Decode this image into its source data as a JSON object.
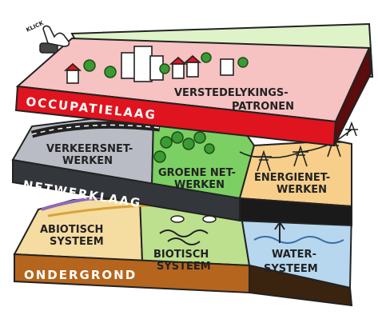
{
  "layers": {
    "top": {
      "band_label": "OCCUPATIELAAG",
      "colors": {
        "top": "#f6c2c2",
        "band": "#e0141e",
        "side": "#5b0c0c",
        "back": "#dff3c9"
      },
      "regions": [
        {
          "label_lines": [
            "VERSTEDELYKINGS-",
            "PATRONEN"
          ]
        }
      ]
    },
    "middle": {
      "band_label": "NETWERKLAAG",
      "colors": {
        "band": "#33363b",
        "side": "#1a1a1a",
        "roads": "#b9bcc4",
        "green": "#7ccf63",
        "energy": "#f7cf8a"
      },
      "regions": [
        {
          "label_lines": [
            "VERKEERSNET-",
            "WERKEN"
          ]
        },
        {
          "label_lines": [
            "GROENE NET-",
            "WERKEN"
          ]
        },
        {
          "label_lines": [
            "ENERGIENET-",
            "WERKEN"
          ]
        }
      ]
    },
    "bottom": {
      "band_label": "ONDERGROND",
      "colors": {
        "band": "#b5651d",
        "side": "#3a2410",
        "abiotic": "#f5dca0",
        "biotic": "#bde08f",
        "water": "#b6d7ee"
      },
      "regions": [
        {
          "label_lines": [
            "ABIOTISCH",
            "SYSTEEM"
          ]
        },
        {
          "label_lines": [
            "BIOTISCH",
            "SYSTEEM"
          ]
        },
        {
          "label_lines": [
            "WATER-",
            "SYSTEEM"
          ]
        }
      ]
    }
  },
  "cursor": {
    "label": "KLICK",
    "icon": "pointing-hand-icon"
  }
}
